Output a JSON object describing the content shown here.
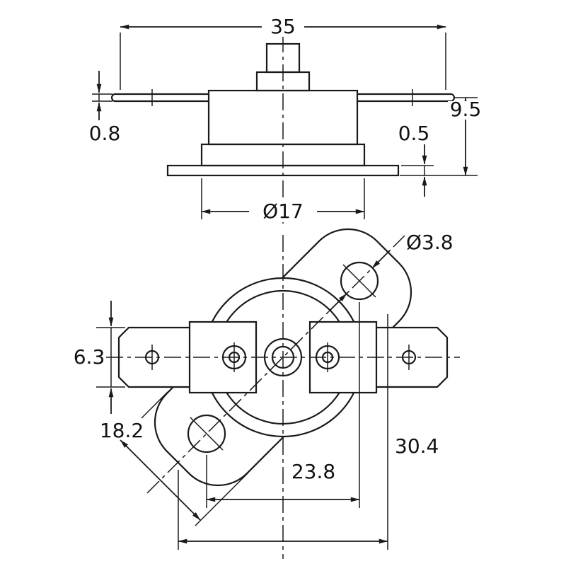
{
  "drawing": {
    "type": "technical-dimension-drawing",
    "subject": "thermostat-thermal-switch",
    "colors": {
      "line": "#1a1a1a",
      "background": "#ffffff"
    },
    "side_view": {
      "overall_width": "35",
      "terminal_thickness": "0.8",
      "plate_thickness": "0.5",
      "overall_height": "9.5",
      "body_diameter": "Ø17"
    },
    "plan_view": {
      "mounting_hole_diameter": "Ø3.8",
      "terminal_width": "6.3",
      "flange_width": "18.2",
      "hole_spacing": "23.8",
      "flange_length": "30.4"
    }
  }
}
